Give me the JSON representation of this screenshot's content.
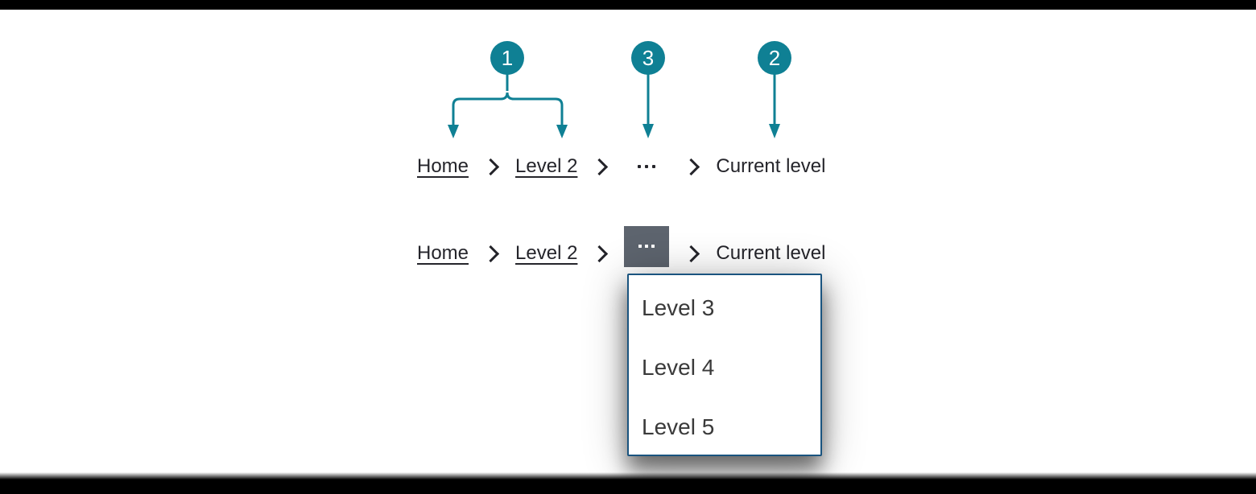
{
  "colors": {
    "accent_teal": "#0f8094",
    "breadcrumb_text": "#25252b",
    "ellipsis_button_bg": "#5d646e",
    "ellipsis_button_dots": "#ffffff",
    "dropdown_border": "#1a547f",
    "dropdown_bg": "#ffffff",
    "dropdown_item_text": "#3a3a3a",
    "letterbox_bar": "#000000"
  },
  "annotations": {
    "badges": [
      {
        "label": "1"
      },
      {
        "label": "3"
      },
      {
        "label": "2"
      }
    ]
  },
  "breadcrumb_collapsed": {
    "home": "Home",
    "level_2": "Level 2",
    "current": "Current level"
  },
  "breadcrumb_expanded": {
    "home": "Home",
    "level_2": "Level 2",
    "current": "Current level"
  },
  "overflow_menu": {
    "items": [
      "Level 3",
      "Level 4",
      "Level 5"
    ]
  }
}
